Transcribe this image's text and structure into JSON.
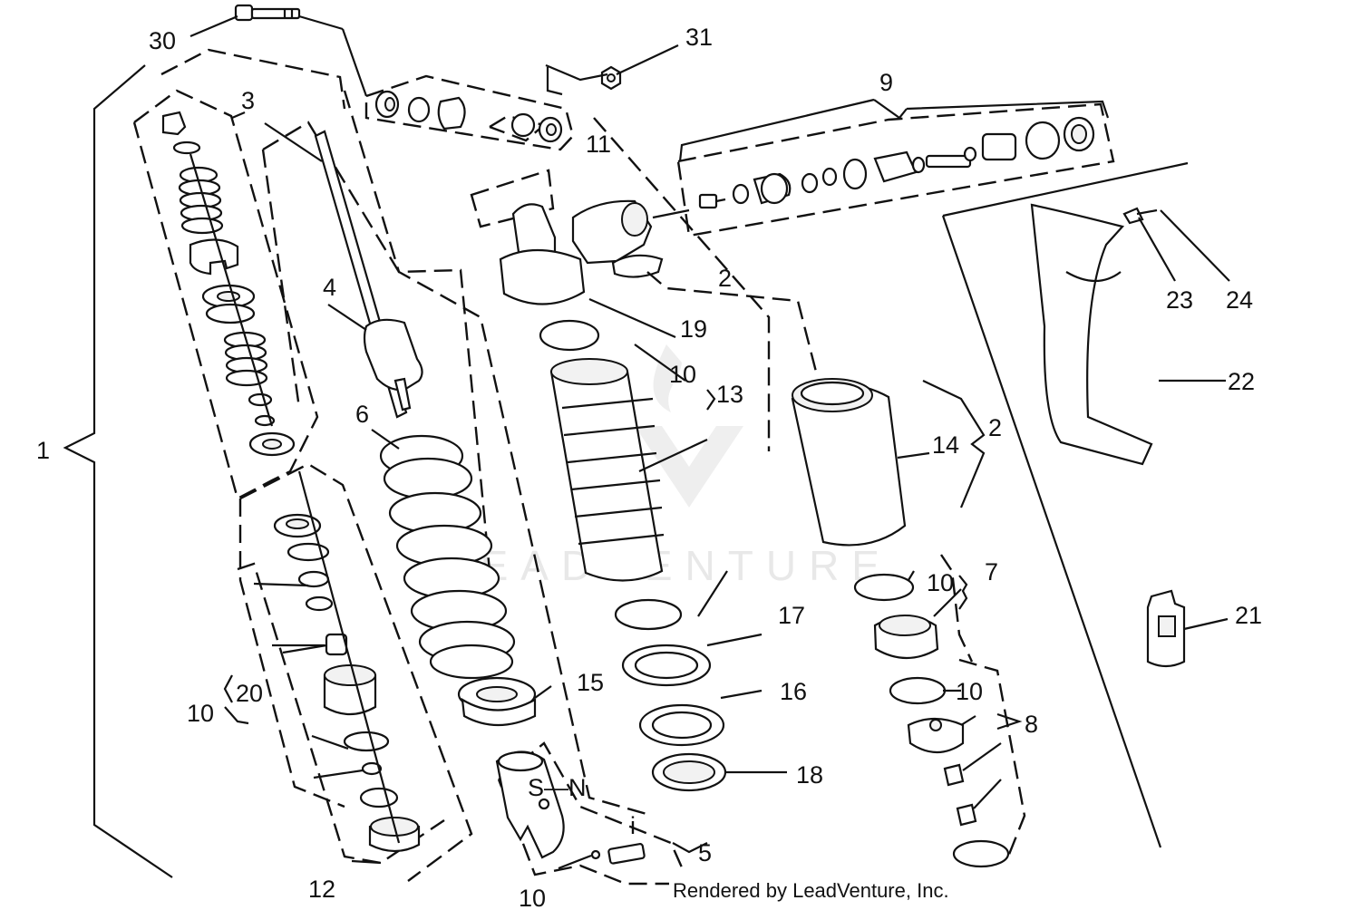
{
  "callouts": [
    "1",
    "2",
    "2",
    "3",
    "4",
    "5",
    "6",
    "7",
    "8",
    "9",
    "10",
    "10",
    "10",
    "10",
    "10",
    "10",
    "11",
    "12",
    "13",
    "14",
    "15",
    "16",
    "17",
    "18",
    "19",
    "20",
    "21",
    "22",
    "23",
    "24",
    "30",
    "31"
  ],
  "watermark": "LEADVENTURE",
  "footer": "Rendered by LeadVenture, Inc.",
  "icons": [
    "shock-absorber-exploded-view"
  ]
}
